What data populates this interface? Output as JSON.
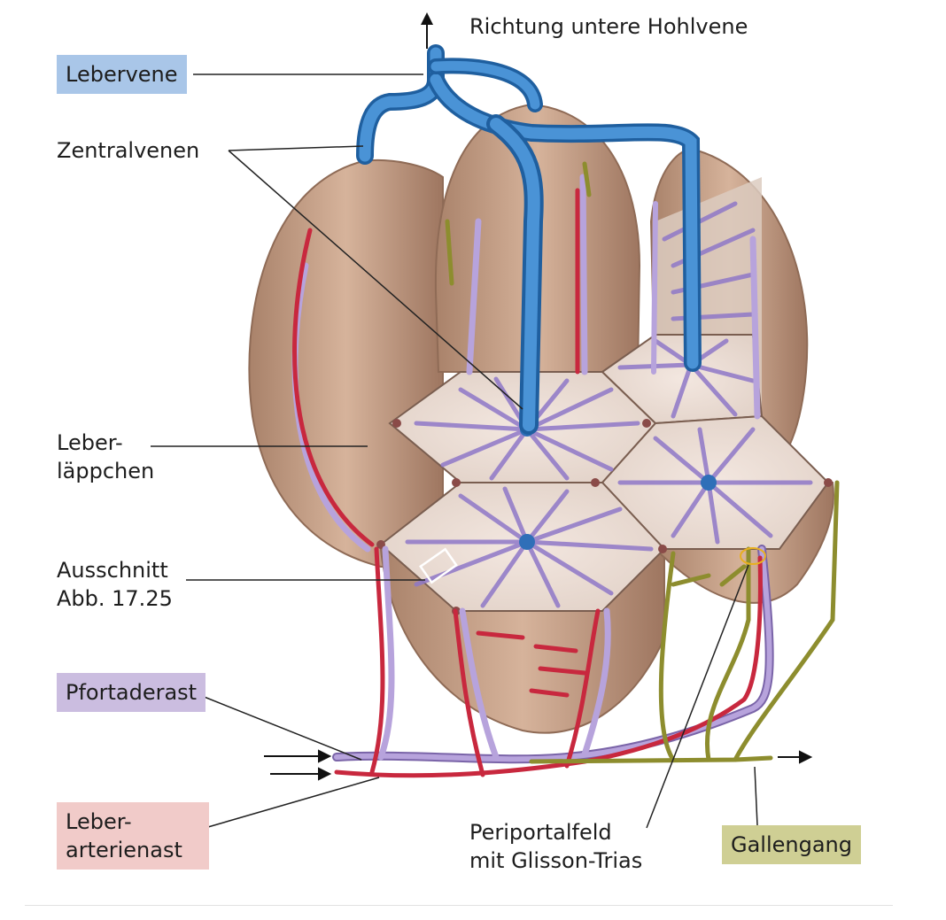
{
  "labels": {
    "top": "Richtung untere Hohlvene",
    "lebervene": "Lebervene",
    "zentralvenen": "Zentralvenen",
    "leberlaeppchen_1": "Leber-",
    "leberlaeppchen_2": "läppchen",
    "ausschnitt_1": "Ausschnitt",
    "ausschnitt_2": "Abb. 17.25",
    "pfortaderast": "Pfortaderast",
    "leberarterienast_1": "Leber-",
    "leberarterienast_2": "arterienast",
    "periportal_1": "Periportalfeld",
    "periportal_2": "mit Glisson-Trias",
    "gallengang": "Gallengang"
  },
  "colors": {
    "vein_blue": "#3f86c9",
    "portal_purple": "#a58fcb",
    "artery_red": "#c8283e",
    "bile_olive": "#8d8d2e",
    "lobule_tan": "#c19a80",
    "lobule_face": "#e9ddd6"
  }
}
